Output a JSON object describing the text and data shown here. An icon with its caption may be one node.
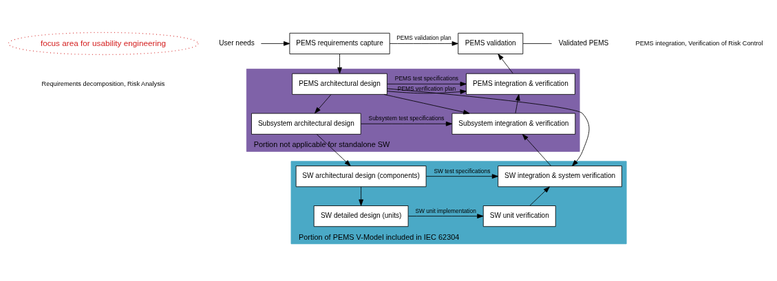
{
  "diagram": {
    "nodes": [
      {
        "text": [
          "focus area for usability engineering"
        ]
      },
      {
        "text": [
          "User needs"
        ]
      },
      {
        "text": [
          "PEMS requirements capture"
        ]
      },
      {
        "text": [
          "PEMS validation"
        ]
      },
      {
        "text": [
          "Validated PEMS"
        ]
      },
      {
        "text": [
          "Portion not applicable for standalone SW"
        ]
      },
      {
        "text": [
          "PEMS architectural design"
        ],
        "in": 5
      },
      {
        "text": [
          "PEMS integration & verification"
        ],
        "in": 5
      },
      {
        "text": [
          "Subsystem architectural design"
        ],
        "in": 5
      },
      {
        "text": [
          "Subsystem integration & verification"
        ],
        "in": 5
      },
      {
        "text": [
          "Portion of PEMS V-Model included in IEC 62304"
        ]
      },
      {
        "text": [
          "SW architectural design (components)"
        ],
        "in": 10
      },
      {
        "text": [
          "SW integration & system verification"
        ],
        "in": 10
      },
      {
        "text": [
          "SW detailed design (units)"
        ],
        "in": 10
      },
      {
        "text": [
          "SW unit verification"
        ],
        "in": 10
      }
    ],
    "edges": [
      {
        "from": 1,
        "to": 2,
        "arrow": "to"
      },
      {
        "from": 2,
        "to": 3,
        "arrow": "to",
        "label": "PEMS validation plan"
      },
      {
        "from": 2,
        "to": 6,
        "arrow": "to"
      },
      {
        "from": 6,
        "to": 8,
        "arrow": "to"
      },
      {
        "from": 8,
        "to": 11,
        "arrow": "to"
      },
      {
        "from": 11,
        "to": 13,
        "arrow": "to"
      },
      {
        "from": 13,
        "to": 14,
        "arrow": "to",
        "label": "SW unit implementation"
      },
      {
        "from": 14,
        "to": 12,
        "arrow": "to"
      },
      {
        "from": 12,
        "to": 9,
        "arrow": "to"
      },
      {
        "from": 9,
        "to": 7,
        "arrow": "to"
      },
      {
        "from": 7,
        "to": 3,
        "arrow": "to"
      },
      {
        "from": 3,
        "to": 4,
        "arrow": "none"
      },
      {
        "from": 6,
        "to": 7,
        "arrow": "to",
        "label": "PEMS verification plan"
      },
      {
        "from": 6,
        "to": 9,
        "arrow": "to"
      },
      {
        "from": 6,
        "to": 12,
        "arrow": "to"
      },
      {
        "from": 6,
        "to": 7,
        "arrow": "to",
        "label": "PEMS test specifications"
      },
      {
        "from": 8,
        "to": 9,
        "arrow": "to",
        "label": "Subsystem test specifications"
      },
      {
        "from": 11,
        "to": 12,
        "arrow": "to",
        "label": "SW test specifications"
      }
    ],
    "labels": [
      "Requirements decomposition, Risk Analysis",
      "PEMS integration, Verification of Risk Control"
    ]
  }
}
